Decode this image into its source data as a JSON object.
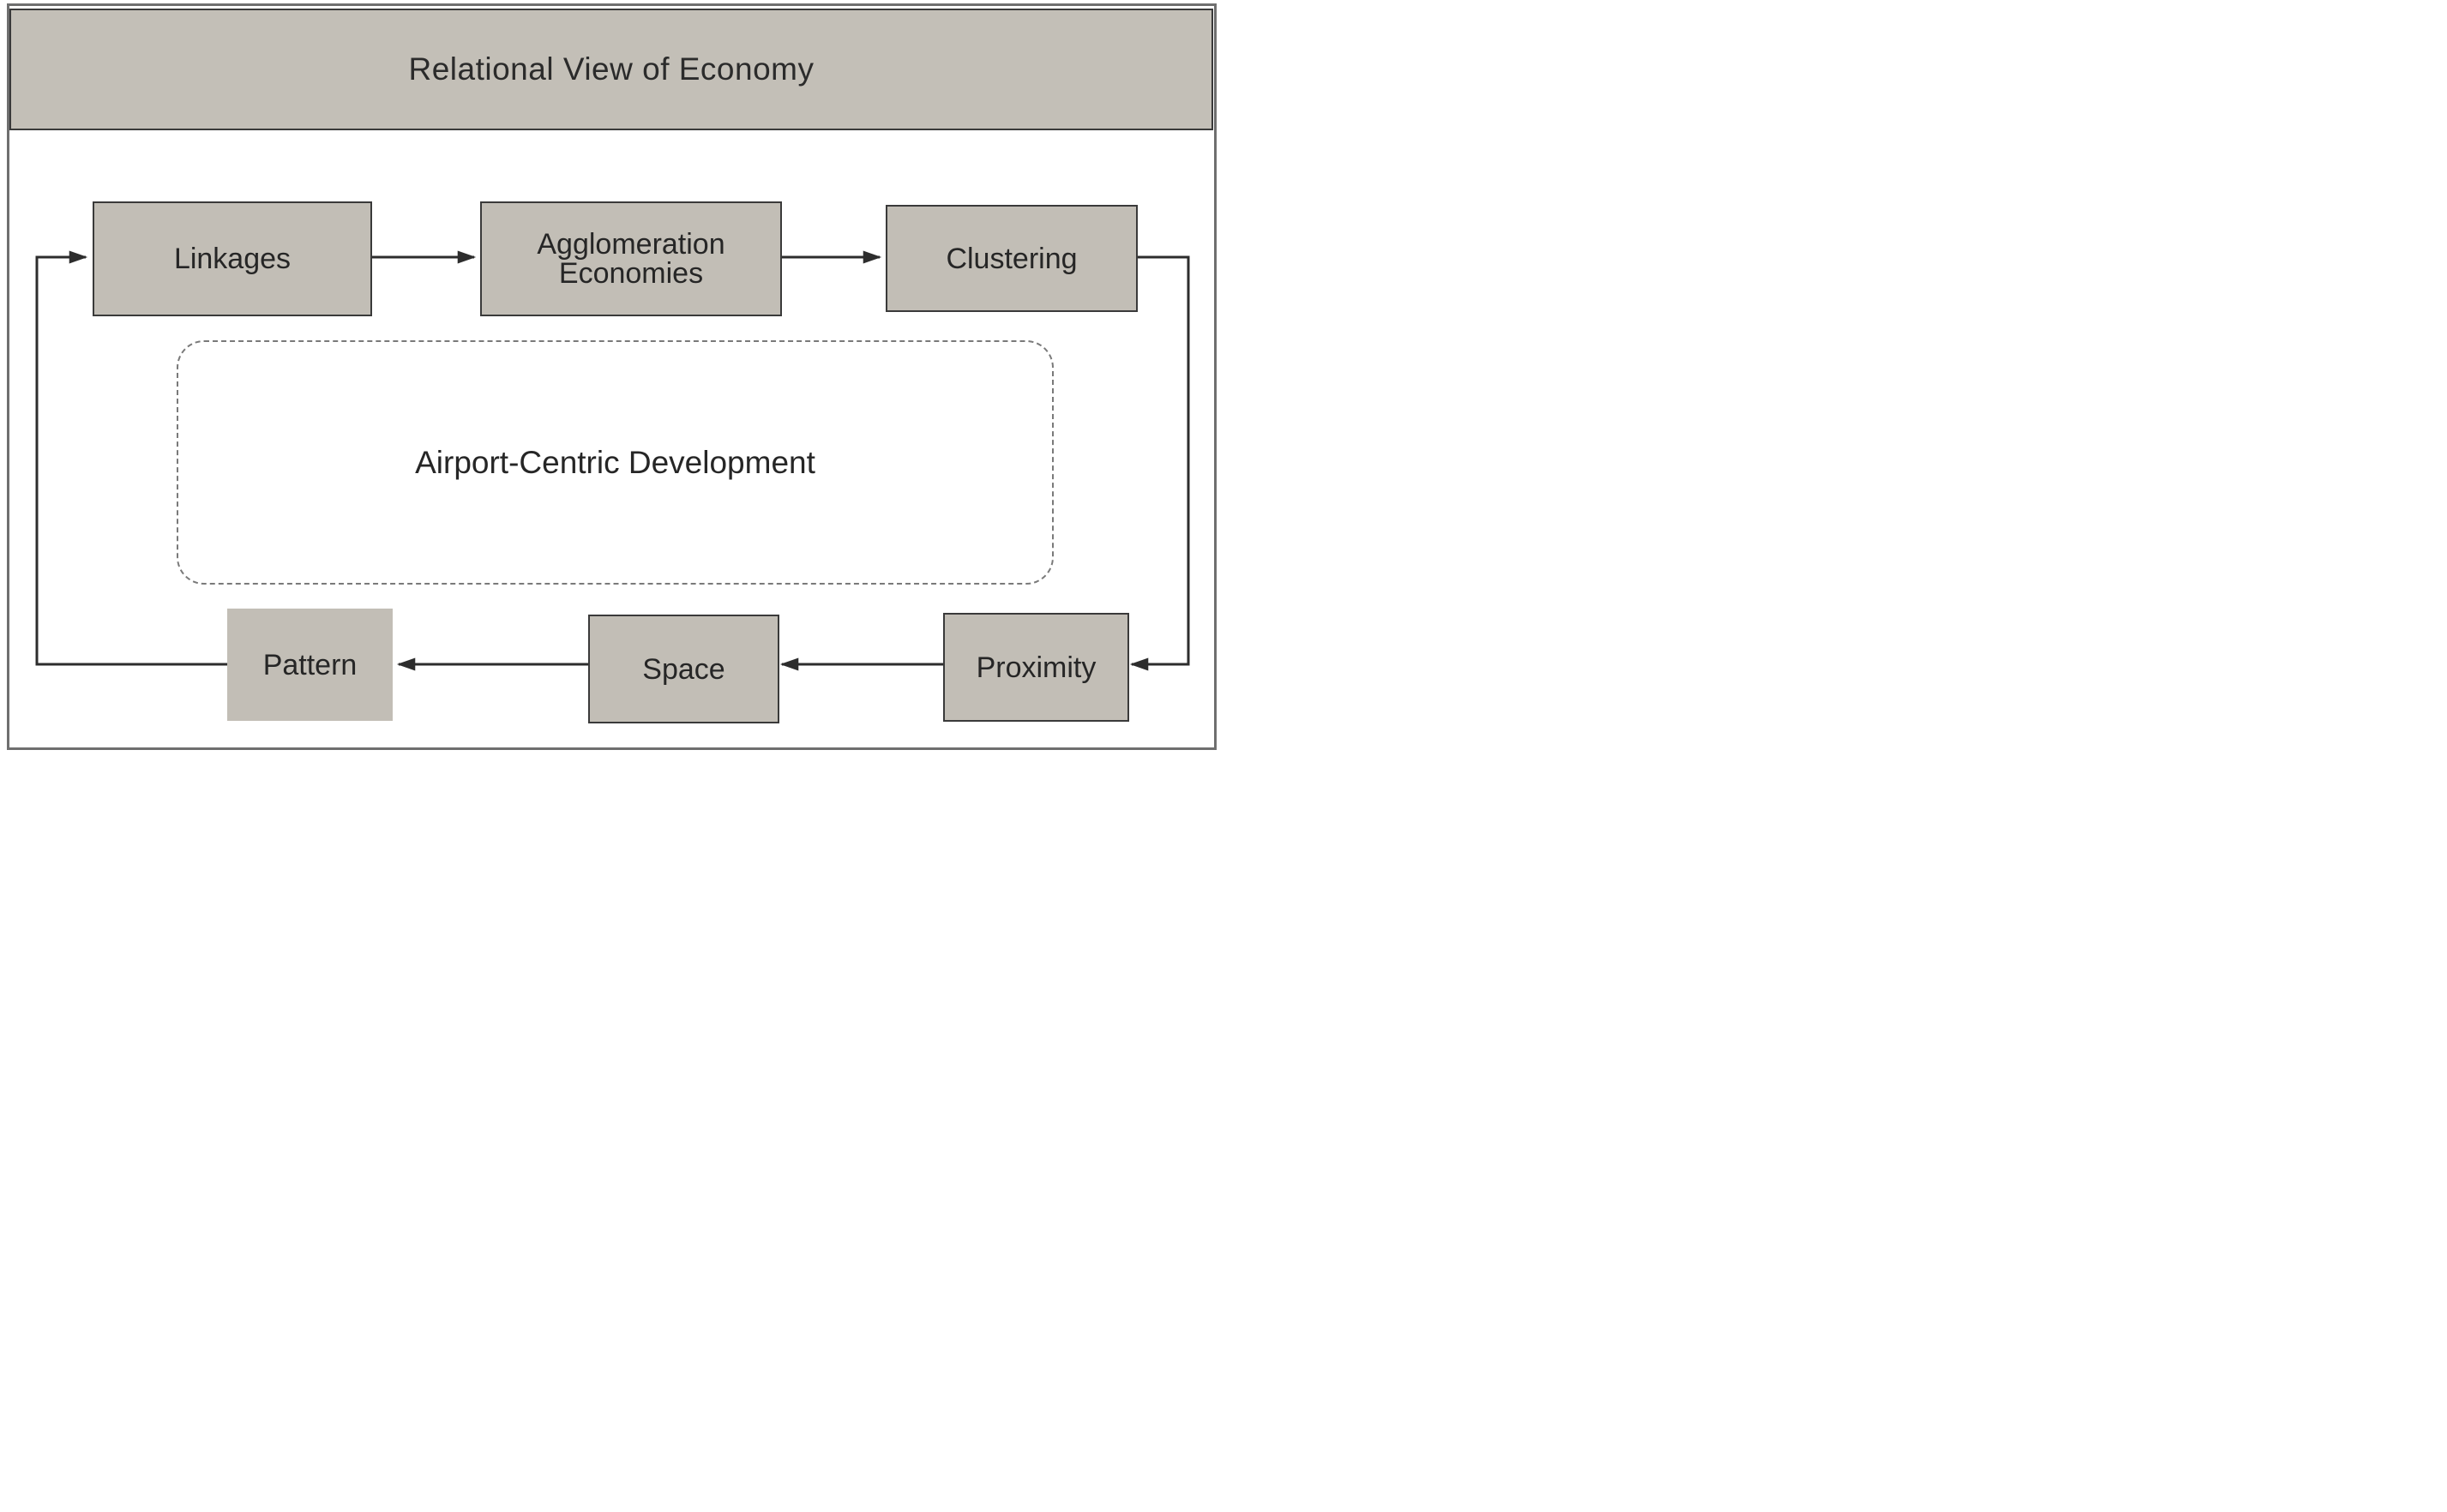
{
  "title": "Relational View of Economy",
  "nodes": {
    "linkages": "Linkages",
    "agglomeration_line1": "Agglomeration",
    "agglomeration_line2": "Economies",
    "clustering": "Clustering",
    "airport_centric": "Airport-Centric Development",
    "pattern": "Pattern",
    "space": "Space",
    "proximity": "Proximity"
  },
  "colors": {
    "box_fill": "#c2beb6",
    "box_border": "#3a3a3a",
    "banner_fill": "#c3bfb7",
    "line": "#2d2d2d",
    "frame_border": "#6f6f6f",
    "dashed_border": "#7a7a7a"
  }
}
